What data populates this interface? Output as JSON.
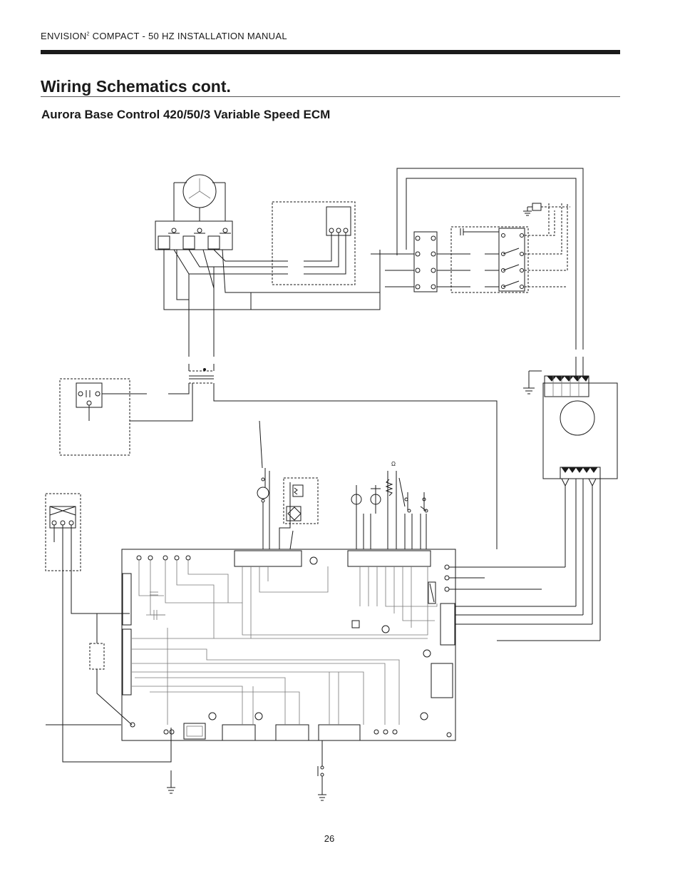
{
  "header": {
    "brand": "ENVISION",
    "brand_superscript": "2",
    "manual_title": "COMPACT - 50 HZ INSTALLATION MANUAL"
  },
  "page_title": "Wiring Schematics cont.",
  "section_title": "Aurora Base Control 420/50/3 Variable Speed ECM",
  "schematic": {
    "symbols": {
      "ohm": "Ω"
    }
  },
  "footer": {
    "page_number": "26"
  }
}
